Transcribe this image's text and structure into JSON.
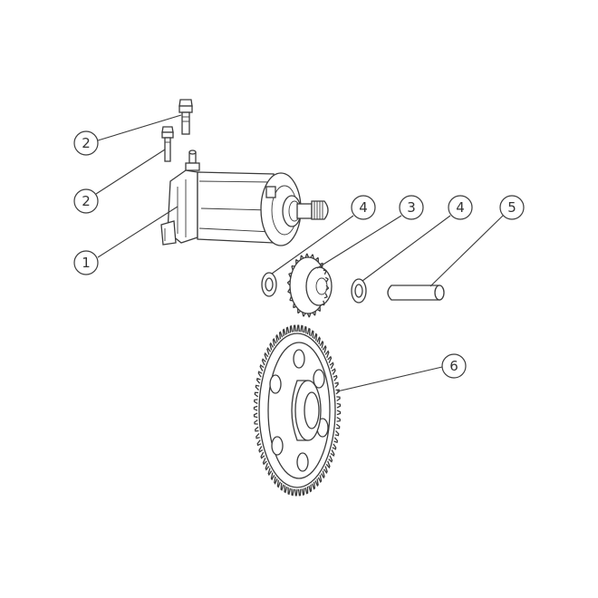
{
  "diagram": {
    "callouts": [
      {
        "id": "c-bolt-upper",
        "label": "2",
        "part": "bolt"
      },
      {
        "id": "c-bolt-lower",
        "label": "2",
        "part": "bolt"
      },
      {
        "id": "c-motor",
        "label": "1",
        "part": "starter-motor"
      },
      {
        "id": "c-washer-left",
        "label": "4",
        "part": "washer"
      },
      {
        "id": "c-idler-gear",
        "label": "3",
        "part": "idler-gear"
      },
      {
        "id": "c-washer-right",
        "label": "4",
        "part": "washer"
      },
      {
        "id": "c-shaft",
        "label": "5",
        "part": "shaft"
      },
      {
        "id": "c-driven-gear",
        "label": "6",
        "part": "starter-driven-gear"
      }
    ]
  }
}
